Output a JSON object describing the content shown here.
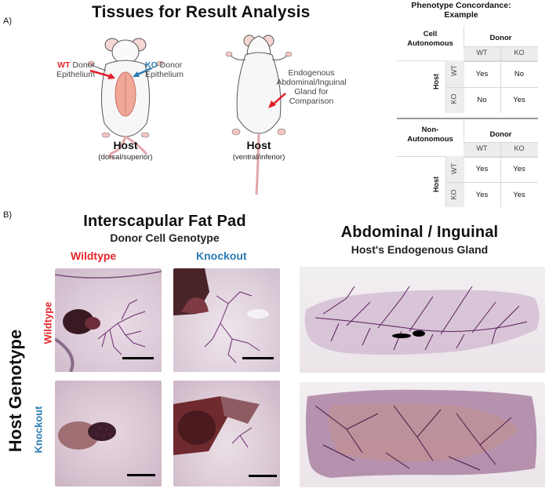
{
  "panel_a_label": "A)",
  "panel_b_label": "B)",
  "title_a": "Tissues for Result Analysis",
  "mouse_left": {
    "wt_abbr": "WT",
    "wt_rest_line1": " Donor",
    "wt_line2": "Epithelium",
    "ko_abbr": "KO",
    "ko_rest_line1": " Donor",
    "ko_line2": "Epithelium",
    "host_label": "Host",
    "host_sub": "(dorsal/superior)"
  },
  "mouse_right": {
    "annotation_lines": [
      "Endogenous",
      "Abdominal/Inguinal",
      "Gland for",
      "Comparison"
    ],
    "host_label": "Host",
    "host_sub": "(ventral/inferior)"
  },
  "concordance": {
    "title_line1": "Phenotype Concordance:",
    "title_line2": "Example",
    "tables": [
      {
        "label_line1": "Cell",
        "label_line2": "Autonomous",
        "donor_label": "Donor",
        "host_label": "Host",
        "col_headers": [
          "WT",
          "KO"
        ],
        "row_headers": [
          "WT",
          "KO"
        ],
        "cells": [
          [
            "Yes",
            "No"
          ],
          [
            "No",
            "Yes"
          ]
        ]
      },
      {
        "label_line1": "Non-",
        "label_line2": "Autonomous",
        "donor_label": "Donor",
        "host_label": "Host",
        "col_headers": [
          "WT",
          "KO"
        ],
        "row_headers": [
          "WT",
          "KO"
        ],
        "cells": [
          [
            "Yes",
            "Yes"
          ],
          [
            "Yes",
            "Yes"
          ]
        ]
      }
    ]
  },
  "panel_b": {
    "left_title": "Interscapular Fat Pad",
    "left_sub": "Donor Cell Genotype",
    "col_wt": "Wildtype",
    "col_ko": "Knockout",
    "right_title": "Abdominal / Inguinal",
    "right_sub": "Host's Endogenous Gland",
    "row_axis": "Host Genotype",
    "row_wt": "Wildtype",
    "row_ko": "Knockout"
  },
  "colors": {
    "wildtype_red": "#e8262b",
    "knockout_blue": "#2b7bb3",
    "stain_purple": "#6b2a6e",
    "arrow_red": "#e0202a"
  }
}
